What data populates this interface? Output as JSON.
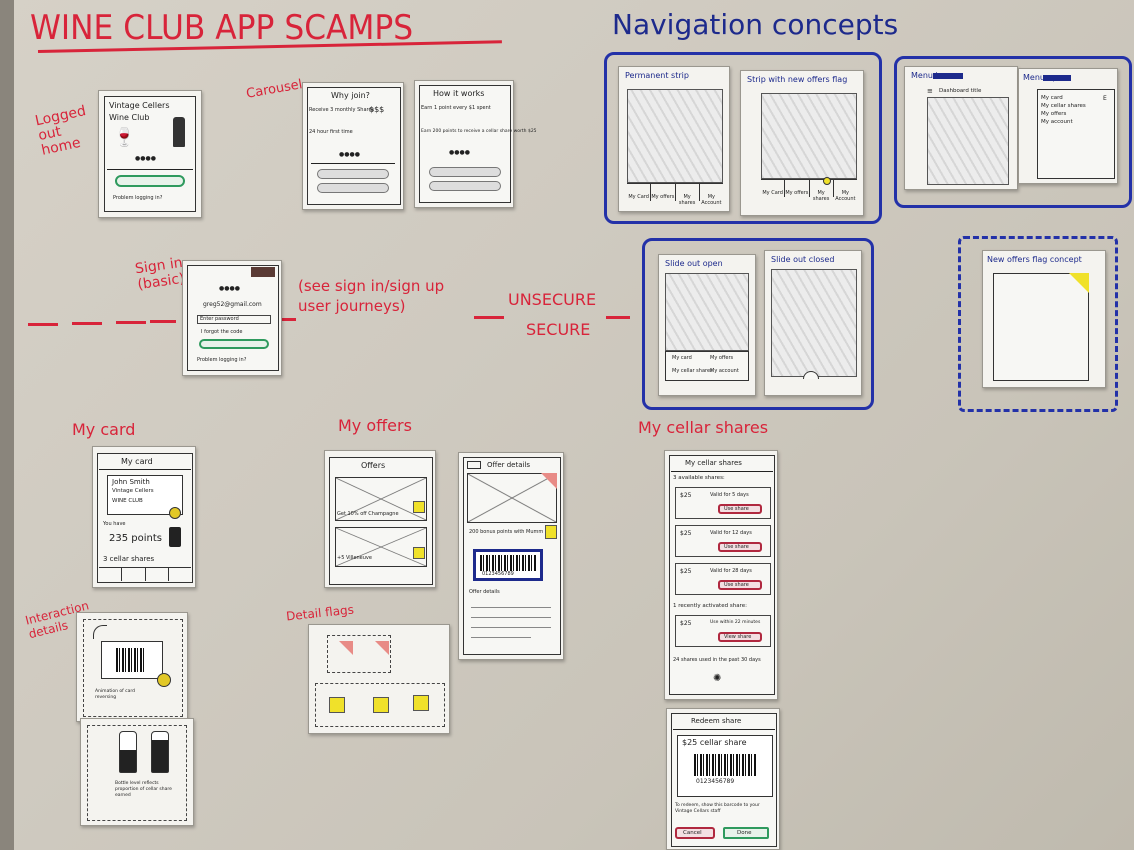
{
  "titles": {
    "main": "WINE CLUB APP SCAMPS",
    "nav": "Navigation concepts"
  },
  "labels": {
    "logged_out_home": "Logged out home",
    "carousel": "Carousel",
    "sign_in": "Sign in (basic)",
    "see_journeys": "(see sign in/sign up user journeys)",
    "unsecure": "UNSECURE",
    "secure": "SECURE",
    "my_card": "My card",
    "my_offers": "My offers",
    "my_cellar_shares": "My cellar shares",
    "interaction_details": "Interaction details",
    "detail_flags": "Detail flags"
  },
  "home_card": {
    "line1": "Vintage Cellers",
    "line2": "Wine Club",
    "dots": "●●●●",
    "footer": "Problem logging in?"
  },
  "why_join": {
    "title": "Why join?",
    "price": "$$$",
    "rows": [
      "Receive 3 monthly Shares",
      "24 hour first time"
    ]
  },
  "how_it_works": {
    "title": "How it works",
    "lines": [
      "Earn 1 point every $1 spent",
      "Earn 200 points to receive a cellar share worth $25"
    ]
  },
  "sign_in_card": {
    "email": "greg52@gmail.com",
    "password": "Enter password",
    "forgot": "I forgot the code",
    "footer": "Problem logging in?",
    "dots": "●●●●"
  },
  "nav_concepts": [
    {
      "label": "Permanent strip",
      "tabs": [
        "My Card",
        "My offers",
        "My shares",
        "My Account"
      ]
    },
    {
      "label": "Strip with new offers flag",
      "tabs": [
        "My Card",
        "My offers",
        "My shares",
        "My Account"
      ]
    },
    {
      "label": "Menu icon",
      "title": "Dashboard title"
    },
    {
      "label": "Menu open",
      "items": [
        "My card",
        "My cellar shares",
        "My offers",
        "My account"
      ]
    },
    {
      "label": "Slide out open",
      "items": [
        "My card",
        "My offers",
        "My cellar shares",
        "My account"
      ]
    },
    {
      "label": "Slide out closed"
    },
    {
      "label": "New offers flag concept"
    }
  ],
  "my_card_screen": {
    "title": "My card",
    "name": "John Smith",
    "club1": "Vintage Cellers",
    "club2": "WINE CLUB",
    "you_have": "You have",
    "points": "235 points",
    "shares": "3 cellar shares"
  },
  "offers_screen": {
    "title": "Offers",
    "rows": [
      "Get 10% off Champagne",
      "+5 Villeneuve"
    ]
  },
  "offer_details_screen": {
    "title": "Offer details",
    "desc": "200 bonus points with Mumm",
    "barcode_digits": "0123456789",
    "more": "Offer details"
  },
  "cellar_screen": {
    "title": "My cellar shares",
    "available": "3 available shares:",
    "items": [
      {
        "price": "$25",
        "valid": "Valid for 5 days",
        "btn": "Use share"
      },
      {
        "price": "$25",
        "valid": "Valid for 12 days",
        "btn": "Use share"
      },
      {
        "price": "$25",
        "valid": "Valid for 28 days",
        "btn": "Use share"
      }
    ],
    "recent": "1 recently activated share:",
    "recent_item": {
      "price": "$25",
      "valid": "Use within 22 minutes",
      "btn": "View share"
    },
    "past": "24 shares used in the past 30 days"
  },
  "redeem_screen": {
    "title": "Redeem share",
    "amount": "$25 cellar share",
    "digits": "0123456789",
    "note": "To redeem, show this barcode to your Vintage Cellars staff",
    "cancel": "Cancel",
    "done": "Done"
  },
  "interaction": {
    "anim": "Animation of card reversing",
    "bottle": "Bottle level reflects proportion of cellar share earned"
  },
  "colors": {
    "red_marker": "#d8243a",
    "blue_marker": "#1d2a8c",
    "green_marker": "#2f9a5e",
    "yellow_flag": "#f0e12a",
    "board": "#cfcac0"
  }
}
